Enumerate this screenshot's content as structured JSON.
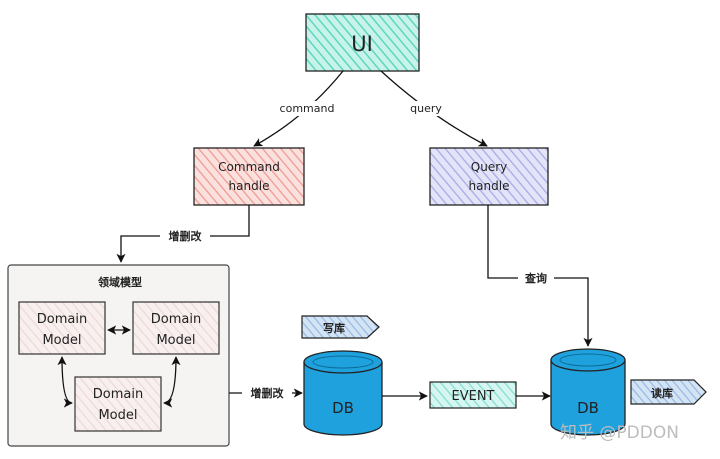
{
  "nodes": {
    "ui": "UI",
    "command_handle": [
      "Command",
      "handle"
    ],
    "query_handle": [
      "Query",
      "handle"
    ],
    "domain_area_title": "领域模型",
    "domain_model_1": [
      "Domain",
      "Model"
    ],
    "domain_model_2": [
      "Domain",
      "Model"
    ],
    "domain_model_3": [
      "Domain",
      "Model"
    ],
    "db_write": "DB",
    "db_read": "DB",
    "event": "EVENT",
    "write_tag": "写库",
    "read_tag": "读库"
  },
  "edges": {
    "command": "command",
    "query": "query",
    "crud_top": "增删改",
    "crud_bottom": "增删改",
    "lookup": "查询"
  },
  "watermark": "知乎 @PDDON",
  "colors": {
    "ui_fill": "#7fe0cc",
    "command_fill": "#f2a49d",
    "query_fill": "#b3b6ec",
    "domain_bg": "#f5f4f2",
    "domain_model_fill": "#f3e4e4",
    "db_fill": "#1fa1de",
    "tag_fill": "#a8c8ea",
    "event_fill": "#9fe6dc"
  }
}
